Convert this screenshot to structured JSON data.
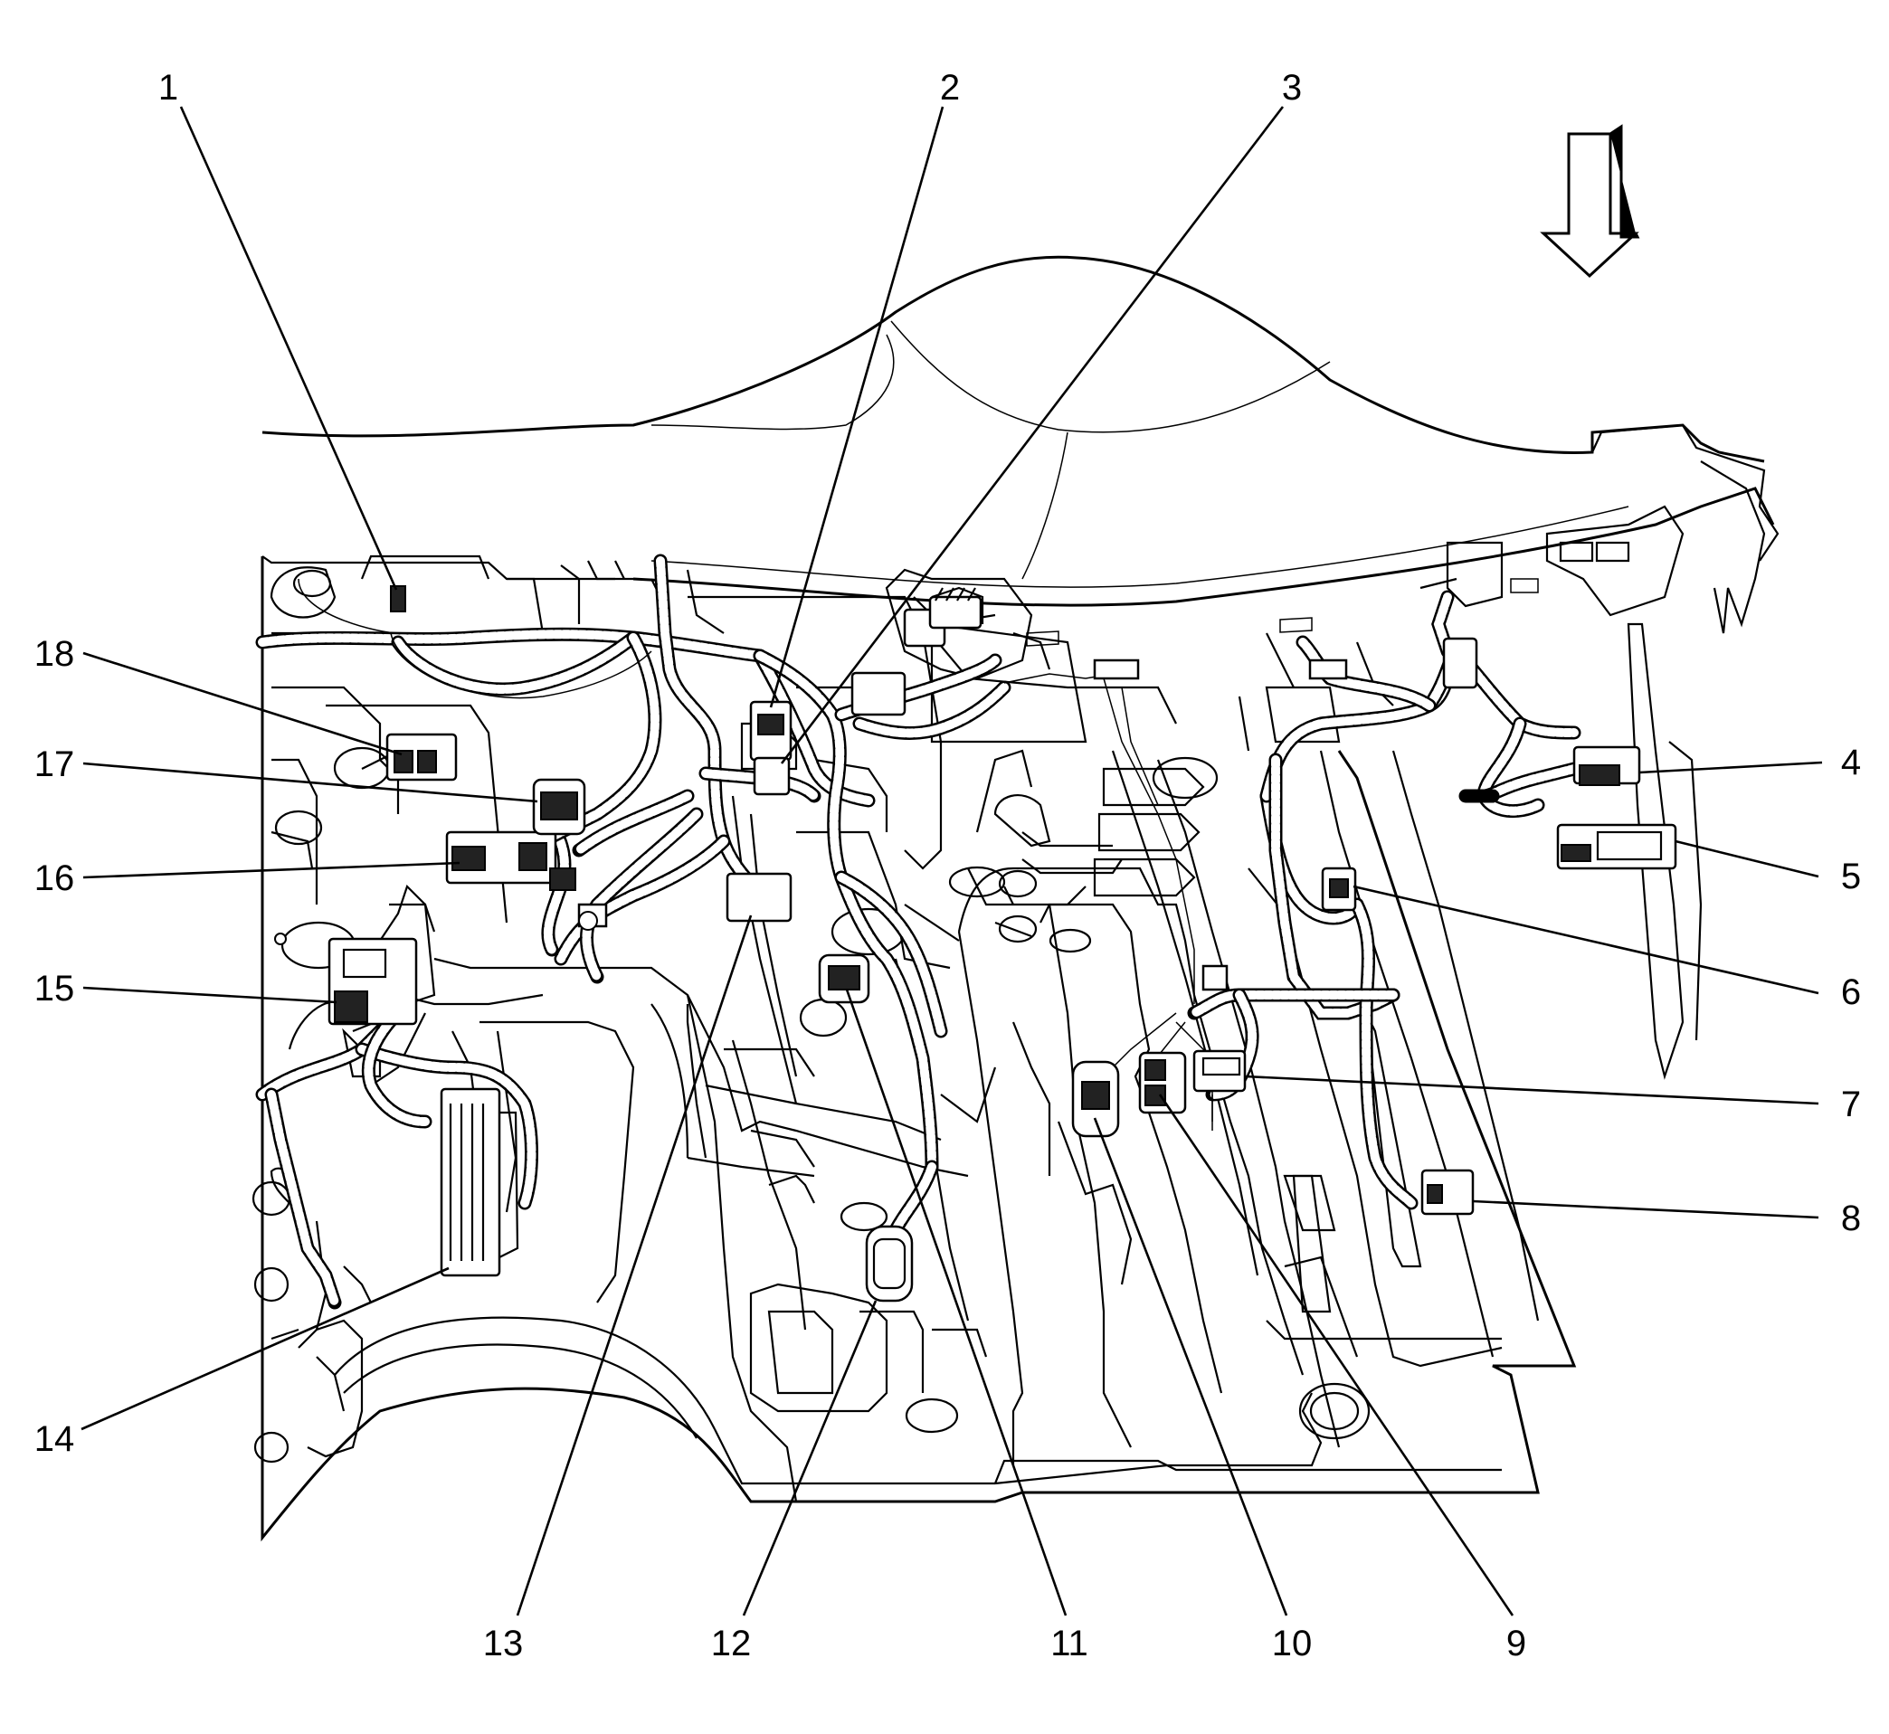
{
  "diagram": {
    "callouts": [
      {
        "id": "1",
        "label": "1"
      },
      {
        "id": "2",
        "label": "2"
      },
      {
        "id": "3",
        "label": "3"
      },
      {
        "id": "4",
        "label": "4"
      },
      {
        "id": "5",
        "label": "5"
      },
      {
        "id": "6",
        "label": "6"
      },
      {
        "id": "7",
        "label": "7"
      },
      {
        "id": "8",
        "label": "8"
      },
      {
        "id": "9",
        "label": "9"
      },
      {
        "id": "10",
        "label": "10"
      },
      {
        "id": "11",
        "label": "11"
      },
      {
        "id": "12",
        "label": "12"
      },
      {
        "id": "13",
        "label": "13"
      },
      {
        "id": "14",
        "label": "14"
      },
      {
        "id": "15",
        "label": "15"
      },
      {
        "id": "16",
        "label": "16"
      },
      {
        "id": "17",
        "label": "17"
      },
      {
        "id": "18",
        "label": "18"
      }
    ],
    "view_arrow": "down-arrow-icon"
  }
}
